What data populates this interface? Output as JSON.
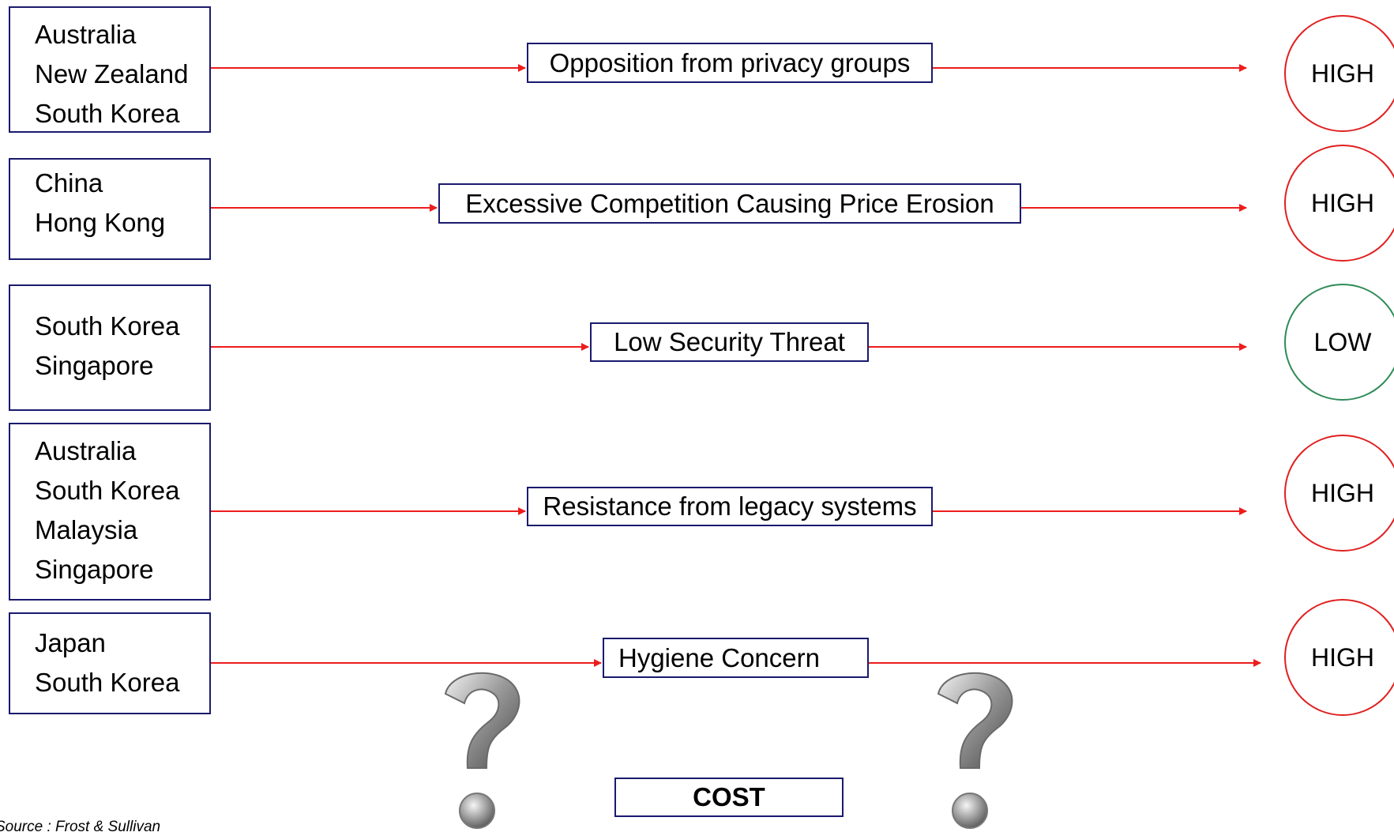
{
  "rows": [
    {
      "countries": [
        "Australia",
        "New Zealand",
        "South Korea"
      ],
      "factor": "Opposition from privacy groups",
      "rating": "HIGH"
    },
    {
      "countries": [
        "China",
        "Hong Kong"
      ],
      "factor": "Excessive Competition Causing Price Erosion",
      "rating": "HIGH"
    },
    {
      "countries": [
        "South Korea",
        "Singapore"
      ],
      "factor": "Low Security Threat",
      "rating": "LOW"
    },
    {
      "countries": [
        "Australia",
        "South Korea",
        "Malaysia",
        "Singapore"
      ],
      "factor": "Resistance from legacy systems",
      "rating": "HIGH"
    },
    {
      "countries": [
        "Japan",
        "South Korea"
      ],
      "factor": "Hygiene Concern",
      "rating": "HIGH"
    }
  ],
  "cost_label": "COST",
  "source": "Source : Frost & Sullivan",
  "colors": {
    "arrow": "#ee1c1c",
    "box_border": "#1a1a6e",
    "high": "#e02020",
    "low": "#2e8b57"
  },
  "icons": [
    "question-mark-icon",
    "question-mark-icon"
  ]
}
